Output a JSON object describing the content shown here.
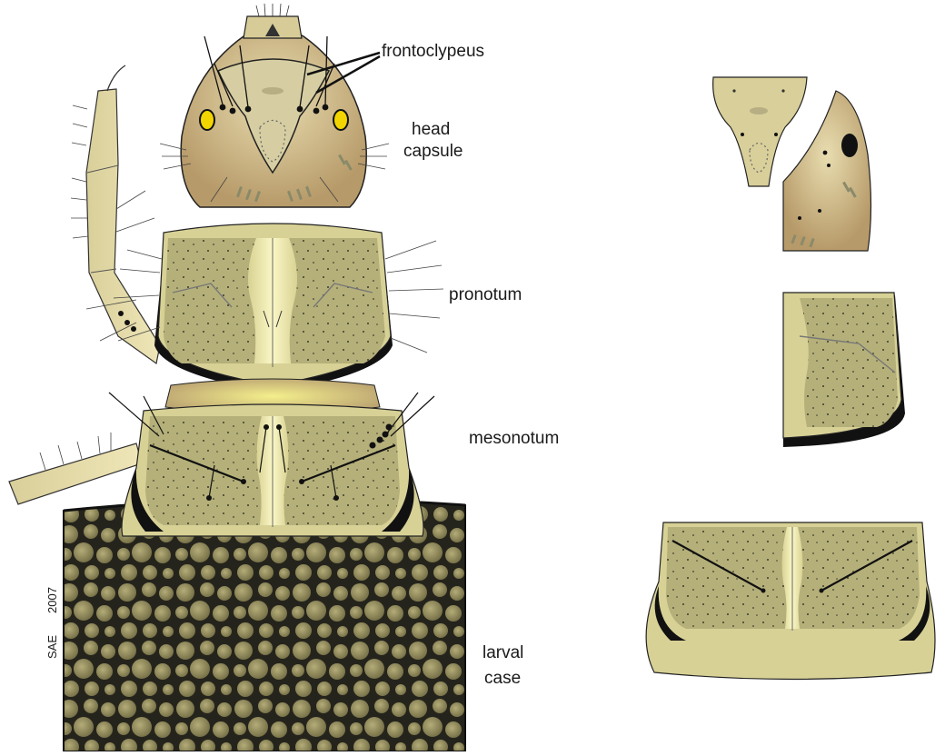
{
  "labels": {
    "frontoclypeus": "frontoclypeus",
    "head_capsule_1": "head",
    "head_capsule_2": "capsule",
    "pronotum": "pronotum",
    "mesonotum": "mesonotum",
    "larval_case_1": "larval",
    "larval_case_2": "case"
  },
  "signature": {
    "initials": "SAE",
    "year": "2007"
  },
  "colors": {
    "sclerite": "#b9b47a",
    "sclerite_light": "#e7e2a4",
    "median_line": "#f6f2b8",
    "head_capsule": "#c9b07c",
    "eye": "#f2d400",
    "case_stone": "#8c8456",
    "case_bg": "#2a2a22",
    "outline": "#111111"
  }
}
